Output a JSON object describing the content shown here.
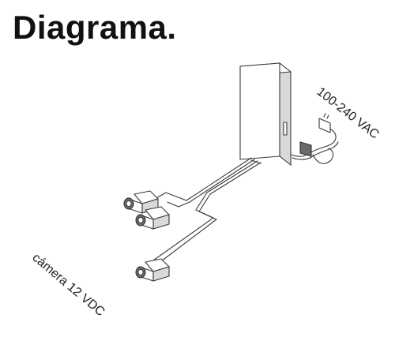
{
  "page": {
    "title": "Diagrama."
  },
  "diagram": {
    "power_label": "100-240 VAC",
    "camera_label": "cámera 12 VDC"
  }
}
